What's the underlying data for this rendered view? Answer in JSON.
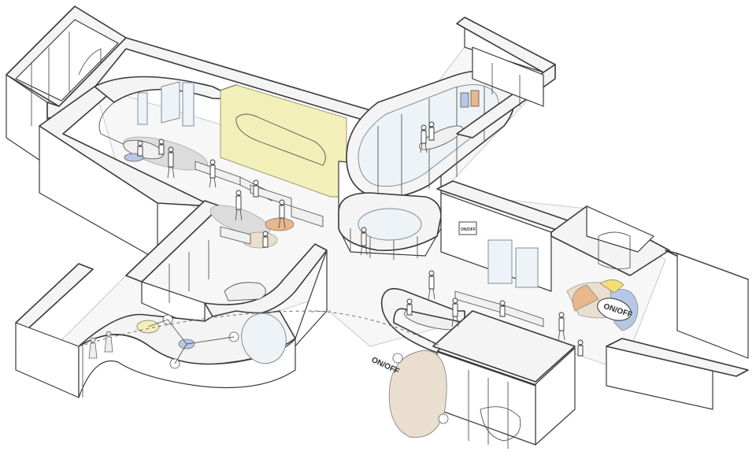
{
  "labels": {
    "onoff_left": "ON/OFF",
    "onoff_right": "ON/OFF",
    "onoff_small": "ON/OFF"
  },
  "colors": {
    "wall": "#f4f4f4",
    "outline": "#3a3a3a",
    "accent_yellow": "#f3efb8",
    "accent_blue": "#b7c8e6",
    "accent_orange": "#e8b88a",
    "accent_tan": "#eadfcf",
    "glass": "#eef3f7"
  }
}
